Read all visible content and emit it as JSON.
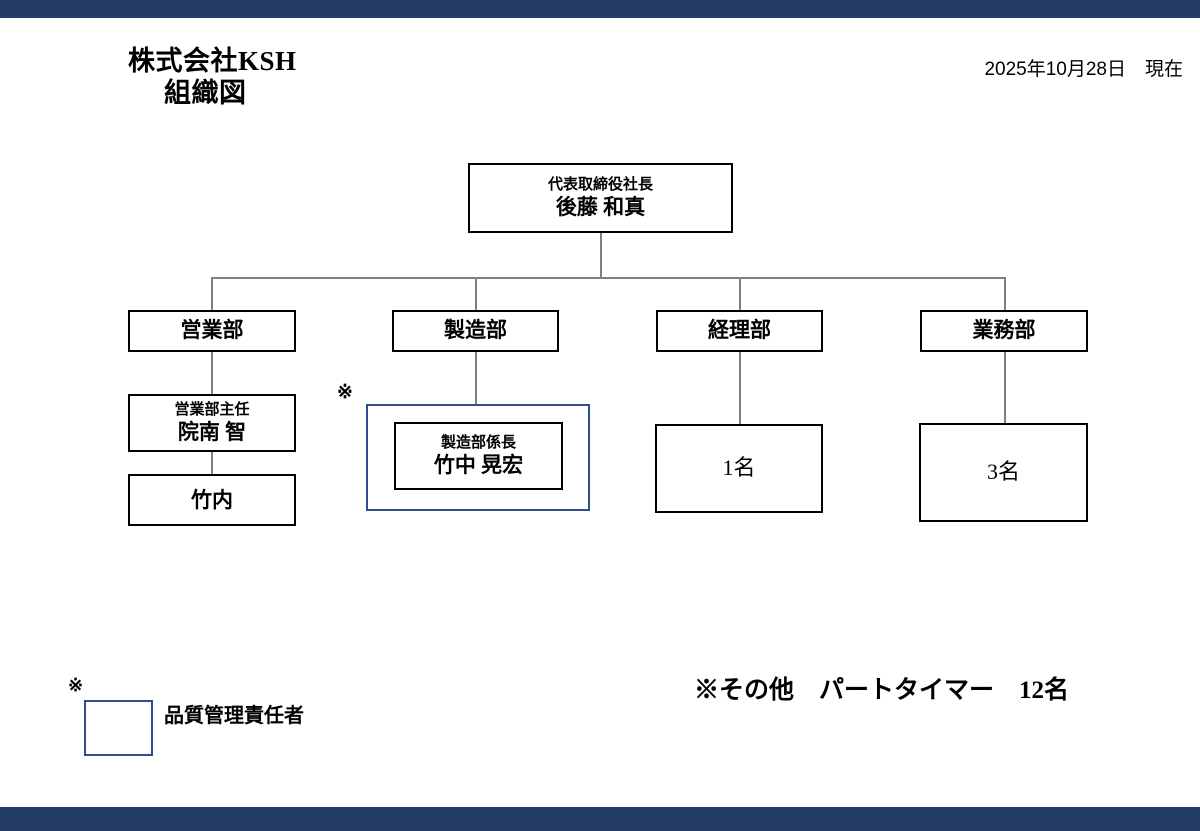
{
  "header": {
    "company": "株式会社KSH",
    "doc_title": "組織図",
    "date": "2025年10月28日　現在"
  },
  "colors": {
    "bar": "#233C68",
    "highlight_border": "#2F4D8F",
    "box_border": "#000000",
    "connector": "#808080"
  },
  "chart": {
    "root": {
      "role": "代表取締役社長",
      "person": "後藤 和真"
    },
    "departments": [
      {
        "name": "営業部"
      },
      {
        "name": "製造部"
      },
      {
        "name": "経理部"
      },
      {
        "name": "業務部"
      }
    ],
    "sales_supervisor": {
      "role": "営業部主任",
      "person": "院南 智"
    },
    "sales_member": {
      "person": "竹内"
    },
    "manufacturing_chief": {
      "role": "製造部係長",
      "person": "竹中 晃宏"
    },
    "accounting_count": "1名",
    "operations_count": "3名",
    "marks": {
      "manufacturing_kome": "※"
    }
  },
  "legend": {
    "mark": "※",
    "label": "品質管理責任者"
  },
  "footnote": {
    "text": "※その他　パートタイマー　12名"
  }
}
